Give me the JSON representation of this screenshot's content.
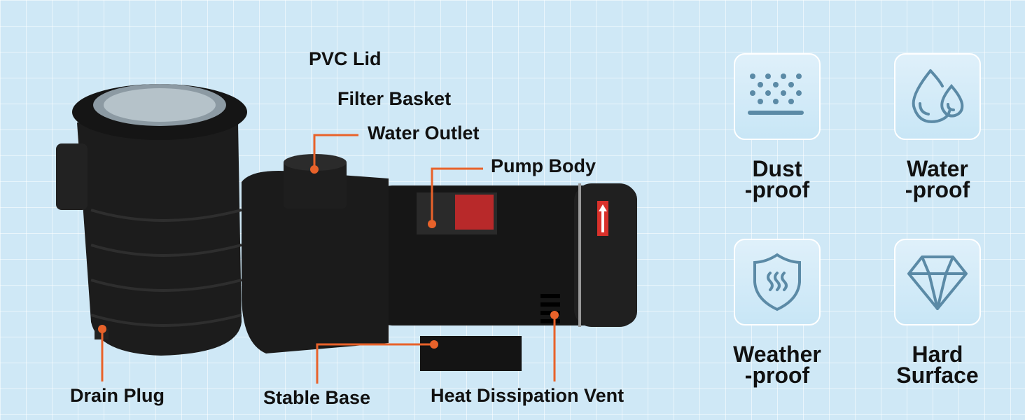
{
  "callouts": {
    "pvc_lid": "PVC Lid",
    "filter_basket": "Filter Basket",
    "water_outlet": "Water Outlet",
    "pump_body": "Pump Body",
    "drain_plug": "Drain Plug",
    "stable_base": "Stable Base",
    "heat_vent": "Heat Dissipation Vent"
  },
  "features": [
    {
      "icon": "dust-icon",
      "line1": "Dust",
      "line2": "-proof"
    },
    {
      "icon": "water-drops-icon",
      "line1": "Water",
      "line2": "-proof"
    },
    {
      "icon": "shield-heat-icon",
      "line1": "Weather",
      "line2": "-proof"
    },
    {
      "icon": "diamond-icon",
      "line1": "Hard",
      "line2": "Surface"
    }
  ],
  "colors": {
    "background": "#cfe8f6",
    "callout": "#e8622a",
    "icon": "#5b8aa6",
    "pump": "#1a1a1a"
  }
}
